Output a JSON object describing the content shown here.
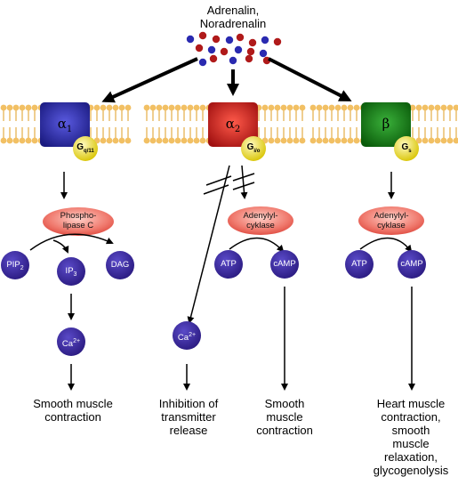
{
  "ligand": {
    "line1": "Adrenalin,",
    "line2": "Noradrenalin"
  },
  "receptors": [
    {
      "symbol": "α",
      "subscript": "1",
      "g_protein": "G",
      "g_sub": "q/11",
      "color": "#2a2aa8"
    },
    {
      "symbol": "α",
      "subscript": "2",
      "g_protein": "G",
      "g_sub": "i/o",
      "color": "#cc1a1a"
    },
    {
      "symbol": "β",
      "subscript": "",
      "g_protein": "G",
      "g_sub": "s",
      "color": "#1a8a1a"
    }
  ],
  "enzymes": {
    "plc": "Phospho-\nlipase C",
    "ac2": "Adenylyl-\ncyklase",
    "acb": "Adenylyl-\ncyklase"
  },
  "molecules": {
    "pip2": {
      "base": "PIP",
      "sub": "2"
    },
    "ip3": {
      "base": "IP",
      "sub": "3"
    },
    "dag": "DAG",
    "ca_a1": {
      "base": "Ca",
      "sup": "2+"
    },
    "ca_a2": {
      "base": "Ca",
      "sup": "2+"
    },
    "atp_a2": "ATP",
    "camp_a2": "cAMP",
    "atp_b": "ATP",
    "camp_b": "cAMP"
  },
  "outcomes": {
    "alpha1": "Smooth muscle\ncontraction",
    "alpha2_inhibit": "Inhibition of\ntransmitter\nrelease",
    "alpha2_smooth": "Smooth\nmuscle\ncontraction",
    "beta": "Heart muscle\ncontraction,\nsmooth muscle\nrelaxation,\nglycogenolysis"
  },
  "colors": {
    "molecule": "#3a2a9a",
    "g_protein": "#e8d81a",
    "enzyme": "#e85050",
    "membrane": "#f2c064",
    "dot_blue": "#2a2ab0",
    "dot_red": "#b01a1a"
  }
}
